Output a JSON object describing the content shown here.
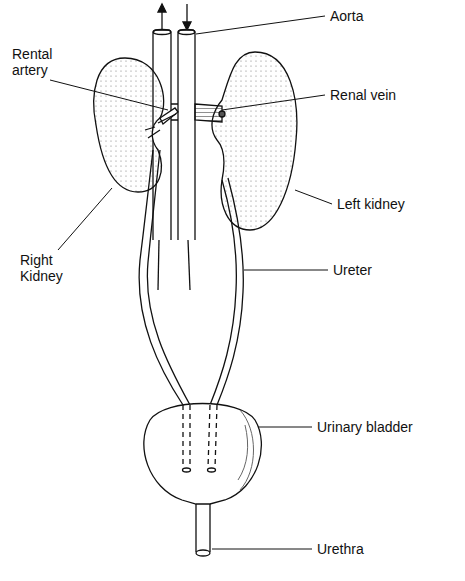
{
  "diagram": {
    "labels": [
      "Rental artery",
      "Aorta",
      "Renal vein",
      "Left kidney",
      "Right Kidney",
      "Ureter",
      "Urinary bladder",
      "Urethra"
    ]
  }
}
